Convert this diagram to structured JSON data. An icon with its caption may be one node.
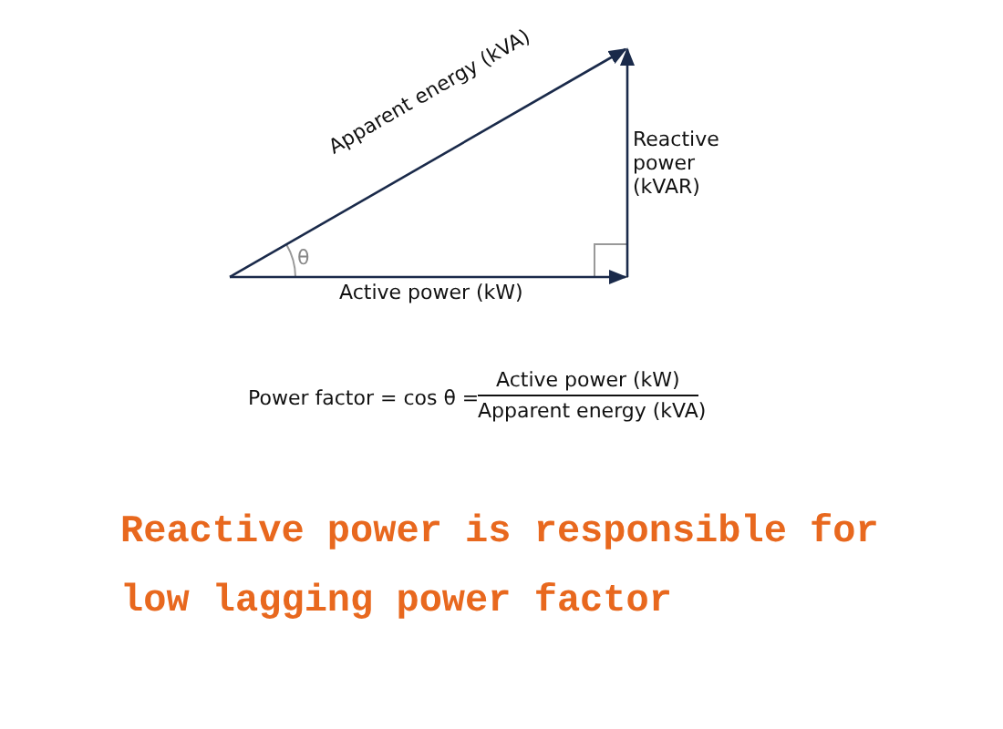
{
  "diagram": {
    "caption": "Reactive power is responsible for low lagging power factor",
    "labels": [
      "Apparent energy (kVA)",
      "Reactive power (kVAR)",
      "θ",
      "Active power (kW)",
      "Power factor = cos θ =",
      "Active power (kW)",
      "Apparent energy (kVA)"
    ]
  }
}
